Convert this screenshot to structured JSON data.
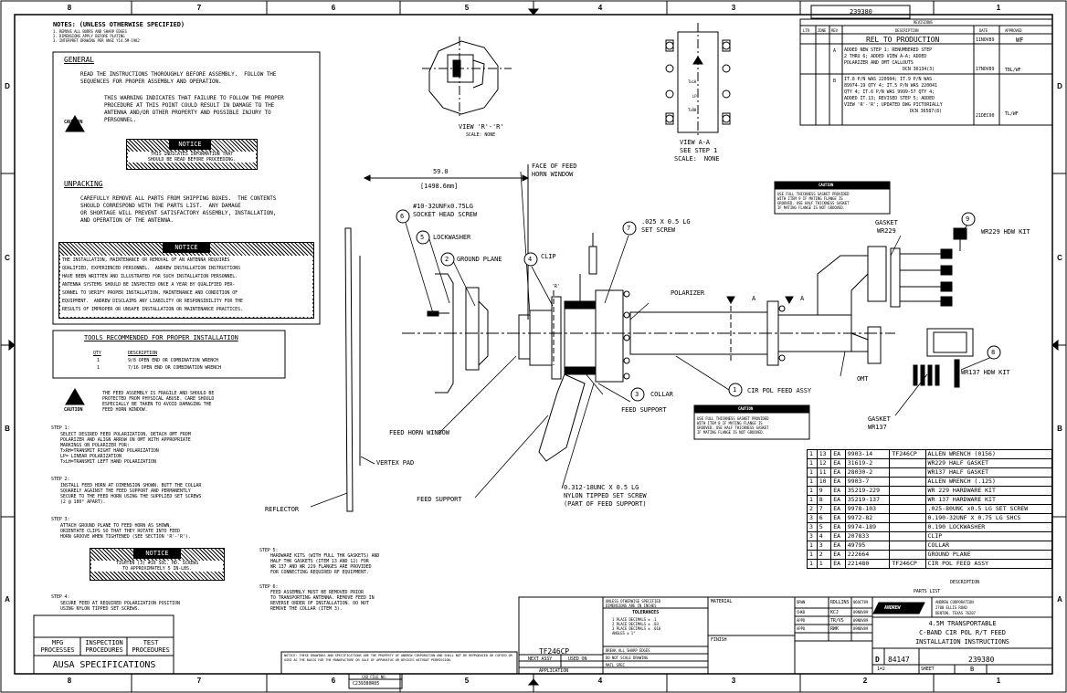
{
  "zones": {
    "top": [
      "8",
      "7",
      "6",
      "5",
      "4",
      "3",
      "2",
      "1"
    ],
    "side": [
      "D",
      "C",
      "B",
      "A"
    ]
  },
  "top_dwg_no": "239380",
  "notes": {
    "title": "NOTES: (UNLESS OTHERWISE SPECIFIED)",
    "lines": [
      "1. REMOVE ALL BURRS AND SHARP EDGES",
      "2. DIMENSIONS APPLY BEFORE PLATING",
      "3. INTERPRET DRAWING PER ANSI Y14.5M-1982"
    ]
  },
  "general": {
    "title": "GENERAL",
    "p1": [
      "READ THE INSTRUCTIONS THOROUGHLY BEFORE ASSEMBLY.  FOLLOW THE",
      "SEQUENCES FOR PROPER ASSEMBLY AND OPERATION."
    ],
    "caution_word": "CAUTION",
    "p2": [
      "THIS WARNING INDICATES THAT FAILURE TO FOLLOW THE PROPER",
      "PROCEDURE AT THIS POINT COULD RESULT IN DAMAGE TO THE",
      "ANTENNA AND/OR OTHER PROPERTY AND POSSIBLE INJURY TO",
      "PERSONNEL."
    ],
    "notice_label": "NOTICE",
    "notice_text": [
      "THIS INDICATES INFORMATION THAT",
      "SHOULD BE READ BEFORE PROCEEDING."
    ]
  },
  "unpacking": {
    "title": "UNPACKING",
    "p1": [
      "CAREFULLY REMOVE ALL PARTS FROM SHIPPING BOXES.  THE CONTENTS",
      "SHOULD CORRESPOND WITH THE PARTS LIST.  ANY DAMAGE",
      "OR SHORTAGE WILL PREVENT SATISFACTORY ASSEMBLY, INSTALLATION,",
      "AND OPERATION OF THE ANTENNA."
    ],
    "notice_label": "NOTICE",
    "notice_text": [
      "THE INSTALLATION, MAINTENANCE OR REMOVAL OF AN ANTENNA REQUIRES",
      "QUALIFIED, EXPERIENCED PERSONNEL.  ANDREW INSTALLATION INSTRUCTIONS",
      "HAVE BEEN WRITTEN AND ILLUSTRATED FOR SUCH INSTALLATION PERSONNEL.",
      "ANTENNA SYSTEMS SHOULD BE INSPECTED ONCE A YEAR BY QUALIFIED PER-",
      "SONNEL TO VERIFY PROPER INSTALLATION, MAINTENANCE AND CONDITION OF",
      "EQUIPMENT.  ANDREW DISCLAIMS ANY LIABILITY OR RESPONSIBILITY FOR THE",
      "RESULTS OF IMPROPER OR UNSAFE INSTALLATION OR MAINTENANCE PRACTICES."
    ]
  },
  "tools": {
    "title": "TOOLS RECOMMENDED FOR PROPER INSTALLATION",
    "qty_header": "QTY",
    "desc_header": "DESCRIPTION",
    "rows": [
      [
        "1",
        "9/8 OPEN END OR COMBINATION WRENCH"
      ],
      [
        "1",
        "7/16 OPEN END OR COMBINATION WRENCH"
      ]
    ]
  },
  "fragile": {
    "caution_word": "CAUTION",
    "text": [
      "THE FEED ASSEMBLY IS FRAGILE AND SHOULD BE",
      "PROTECTED FROM PHYSICAL ABUSE. CARE SHOULD",
      "ESPECIALLY BE TAKEN TO AVOID DAMAGING THE",
      "FEED HORN WINDOW."
    ]
  },
  "steps": {
    "step1_title": "STEP 1:",
    "step1": [
      "SELECT DESIRED FEED POLARIZATION. DETACH OMT FROM",
      "POLARIZER AND ALIGN ARROW ON OMT WITH APPROPRIATE",
      "MARKINGS ON POLARIZER FOR:",
      "TxRH=TRANSMIT RIGHT HAND POLARIZATION",
      "LP= LINEAR POLARIZATION",
      "TxLH=TRANSMIT LEFT HAND POLARIZATION"
    ],
    "step2_title": "STEP 2:",
    "step2": [
      "INSTALL FEED HORN AT DIMENSION SHOWN. BUTT THE COLLAR",
      "SQUARELY AGAINST THE FEED SUPPORT AND PERMANENTLY",
      "SECURE TO THE FEED HORN USING THE SUPPLIED SET SCREWS",
      "(2 @ 180° APART)."
    ],
    "step3_title": "STEP 3:",
    "step3": [
      "ATTACH GROUND PLANE TO FEED HORN AS SHOWN.",
      "ORIENTATE CLIPS SO THAT THEY ROTATE INTO FEED",
      "HORN GROOVE WHEN TIGHTENED (SEE SECTION 'R'-'R')."
    ],
    "notice_label": "NOTICE",
    "notice3": [
      "TIGHTEN (3) #10 SOC. HD. SCREWS",
      "TO APPROXIMATELY 5 IN-LBS."
    ],
    "step4_title": "STEP 4:",
    "step4": [
      "SECURE FEED AT REQUIRED POLARIZATION POSITION",
      "USING NYLON TIPPED SET SCREWS."
    ],
    "step5_title": "STEP 5:",
    "step5": [
      "HARDWARE KITS (WITH FULL THK GASKETS) AND",
      "HALF THK GASKETS (ITEM 13 AND 12) FOR",
      "WR 137 AND WR 229 FLANGES ARE PROVIDED",
      "FOR CONNECTING REQUIRED RF EQUIPMENT."
    ],
    "step6_title": "STEP 6:",
    "step6": [
      "FEED ASSEMBLY MUST BE REMOVED PRIOR",
      "TO TRANSPORTING ANTENNA. REMOVE FEED IN",
      "REVERSE ORDER OF INSTALLATION. DO NOT",
      "REMOVE THE COLLAR (ITEM 3)."
    ]
  },
  "process": {
    "headers": [
      "MFG PROCESSES",
      "INSPECTION PROCEDURES",
      "TEST PROCEDURES"
    ],
    "ausa": "AUSA SPECIFICATIONS"
  },
  "revisions": {
    "title": "REVISIONS",
    "headers": [
      "LTR",
      "ZONE",
      "REV",
      "DESCRIPTION",
      "DATE",
      "APPROVED"
    ],
    "rows": [
      {
        "rev": "",
        "desc": [
          "REL TO PRODUCTION"
        ],
        "date": "11NOV89",
        "appr": "WF"
      },
      {
        "rev": "A",
        "desc": [
          "ADDED NEW STEP 1; RENUMBERED STEP",
          "2 THRU 6; ADDED VIEW A-A; ADDED",
          "POLARIZER AND OMT CALLOUTS",
          "DCN 36134(3)"
        ],
        "date": "17NOV89",
        "appr": "TBL/WF"
      },
      {
        "rev": "B",
        "desc": [
          "IT.8 P/N WAS 220994; IT.9 P/N WAS",
          "89974-19 QTY 4; IT.5 P/N WAS 220041",
          "QTY 4; IT.6 P/N WAS 9999-57 QTY 4;",
          "ADDED IT.13; REVISED STEP 5; ADDED",
          "VIEW 'R'-'R'; UPDATED DWG PICTORIALLY",
          "DCN 36587(8)"
        ],
        "date": "21DEC90",
        "appr": "TL/WF"
      }
    ]
  },
  "views": {
    "rr_title": "VIEW 'R'-'R'",
    "rr_scale": "SCALE: NONE",
    "aa_title": "VIEW A-A",
    "aa_sub": "SEE STEP 1",
    "aa_scale": "SCALE:  NONE",
    "txlh": "TxLH",
    "lp": "LP",
    "txrh": "TxRH"
  },
  "callouts": {
    "dim_in": "59.0",
    "dim_mm": "[1498.6mm]",
    "face": [
      "FACE OF FEED",
      "HORN WINDOW"
    ],
    "screw6": [
      "#10-32UNFx0.75LG",
      "SOCKET HEAD SCREW"
    ],
    "lockwasher": "LOCKWASHER",
    "ground_plane": "GROUND PLANE",
    "clip": "CLIP",
    "setscrew7": [
      ".025 X 0.5 LG",
      "SET SCREW"
    ],
    "polarizer": "POLARIZER",
    "collar": "COLLAR",
    "feed_support": "FEED SUPPORT",
    "cir_pol": "CIR POL FEED ASSY",
    "omt": "OMT",
    "feed_horn_window": "FEED HORN WINDOW",
    "vertex_pad": "VERTEX PAD",
    "reflector": "REFLECTOR",
    "feed_support2": "FEED SUPPORT",
    "nylon": [
      "0.312-18UNC X 0.5 LG",
      "NYLON TIPPED SET SCREW",
      "(PART OF FEED SUPPORT)"
    ],
    "wr229_kit": "WR229 HDW KIT",
    "gasket_wr229": [
      "GASKET",
      "WR229"
    ],
    "wr137_kit": "WR137 HDW KIT",
    "gasket_wr137": [
      "GASKET",
      "WR137"
    ],
    "caution_label": "CAUTION",
    "caution_top": [
      "USE FULL THICKNESS GASKET PROVIDED",
      "WITH ITEM 9 IF MATING FLANGE IS",
      "GROOVED. USE HALF THICKNESS GASKET",
      "IF MATING FLANGE IS NOT GROOVED."
    ],
    "caution_mid": [
      "USE FULL THICKNESS GASKET PROVIDED",
      "WITH ITEM 8 IF MATING FLANGE IS",
      "GROOVED. USE HALF THICKNESS GASKET",
      "IF MATING FLANGE IS NOT GROOVED."
    ],
    "balloons": {
      "b1": "1",
      "b2": "2",
      "b3": "3",
      "b4": "4",
      "b5": "5",
      "b6": "6",
      "b7": "7",
      "b8": "8",
      "b9": "9"
    },
    "a_mark": "A",
    "r_mark": "'R'"
  },
  "parts": {
    "title": "PARTS LIST",
    "desc_header": "DESCRIPTION",
    "rows": [
      [
        "1",
        "13",
        "EA",
        "9903-14",
        "TF246CP",
        "ALLEN WRENCH (0156)"
      ],
      [
        "1",
        "12",
        "EA",
        "31619-2",
        "",
        "WR229 HALF GASKET"
      ],
      [
        "1",
        "11",
        "EA",
        "28030-2",
        "",
        "WR137 HALF GASKET"
      ],
      [
        "1",
        "10",
        "EA",
        "9903-7",
        "",
        "ALLEN WRENCH (.125)"
      ],
      [
        "1",
        "9",
        "EA",
        "35219-229",
        "",
        "WR 229 HARDWARE KIT"
      ],
      [
        "1",
        "8",
        "EA",
        "35219-137",
        "",
        "WR 137 HARDWARE KIT"
      ],
      [
        "2",
        "7",
        "EA",
        "9978-103",
        "",
        ".025-80UNC x0.5 LG SET SCREW"
      ],
      [
        "3",
        "6",
        "EA",
        "9972-82",
        "",
        "0.190-32UNF X 0.75 LG SHCS"
      ],
      [
        "3",
        "5",
        "EA",
        "9974-189",
        "",
        "0.190 LOCKWASHER"
      ],
      [
        "3",
        "4",
        "EA",
        "207833",
        "",
        "CLIP"
      ],
      [
        "1",
        "3",
        "EA",
        "49795",
        "",
        "COLLAR"
      ],
      [
        "1",
        "2",
        "EA",
        "222664",
        "",
        "GROUND PLANE"
      ],
      [
        "1",
        "1",
        "EA",
        "221480",
        "TF246CP",
        "CIR POL FEED ASSY"
      ]
    ]
  },
  "title_block": {
    "tf": "TF246CP",
    "next_assy": "NEXT ASSY",
    "used_on": "USED ON",
    "application": "APPLICATION",
    "tol_head": [
      "UNLESS OTHERWISE SPECIFIED",
      "DIMENSIONS ARE IN INCHES"
    ],
    "tolerances": "TOLERANCES",
    "tol_lines": [
      "1 PLACE DECIMALS ± .1",
      "2 PLACE DECIMALS ± .03",
      "3 PLACE DECIMALS ± .010",
      "ANGLES ± 1°"
    ],
    "tol_more": [
      "BREAK ALL SHARP EDGES",
      "DO NOT SCALE DRAWING",
      "MATL SPEC"
    ],
    "material": "MATERIAL",
    "finish": "FINISH",
    "drawn": [
      "DRWN",
      "CHKD",
      "APPD",
      "APPD"
    ],
    "drawn_names": [
      "RDLLINS",
      "KCJ",
      "TR/VS",
      "RWK"
    ],
    "drawn_dates": [
      "06OCT89",
      "09NOV89",
      "09NOV89",
      "09NOV89"
    ],
    "company": "ANDREW",
    "company_addr": [
      "ANDREW CORPORATION",
      "2700 ELLIS ROAD",
      "DENTON, TEXAS 76207"
    ],
    "title_lines": [
      "4.5M TRANSPORTABLE",
      "C-BAND CIR POL R/T FEED",
      "INSTALLATION INSTRUCTIONS"
    ],
    "size": "D",
    "fscm": "84147",
    "dwg_no": "239380",
    "scale": "1=2",
    "sheet": "SHEET",
    "rev": "B",
    "cad_label": "CAD FILE NO.",
    "cad_no": "C239380R05",
    "restricted": "NOTICE: THESE DRAWINGS AND SPECIFICATIONS ARE THE PROPERTY OF ANDREW CORPORATION AND SHALL NOT BE REPRODUCED OR COPIED OR USED AS THE BASIS FOR THE MANUFACTURE OR SALE OF APPARATUS OR DEVICES WITHOUT PERMISSION."
  }
}
